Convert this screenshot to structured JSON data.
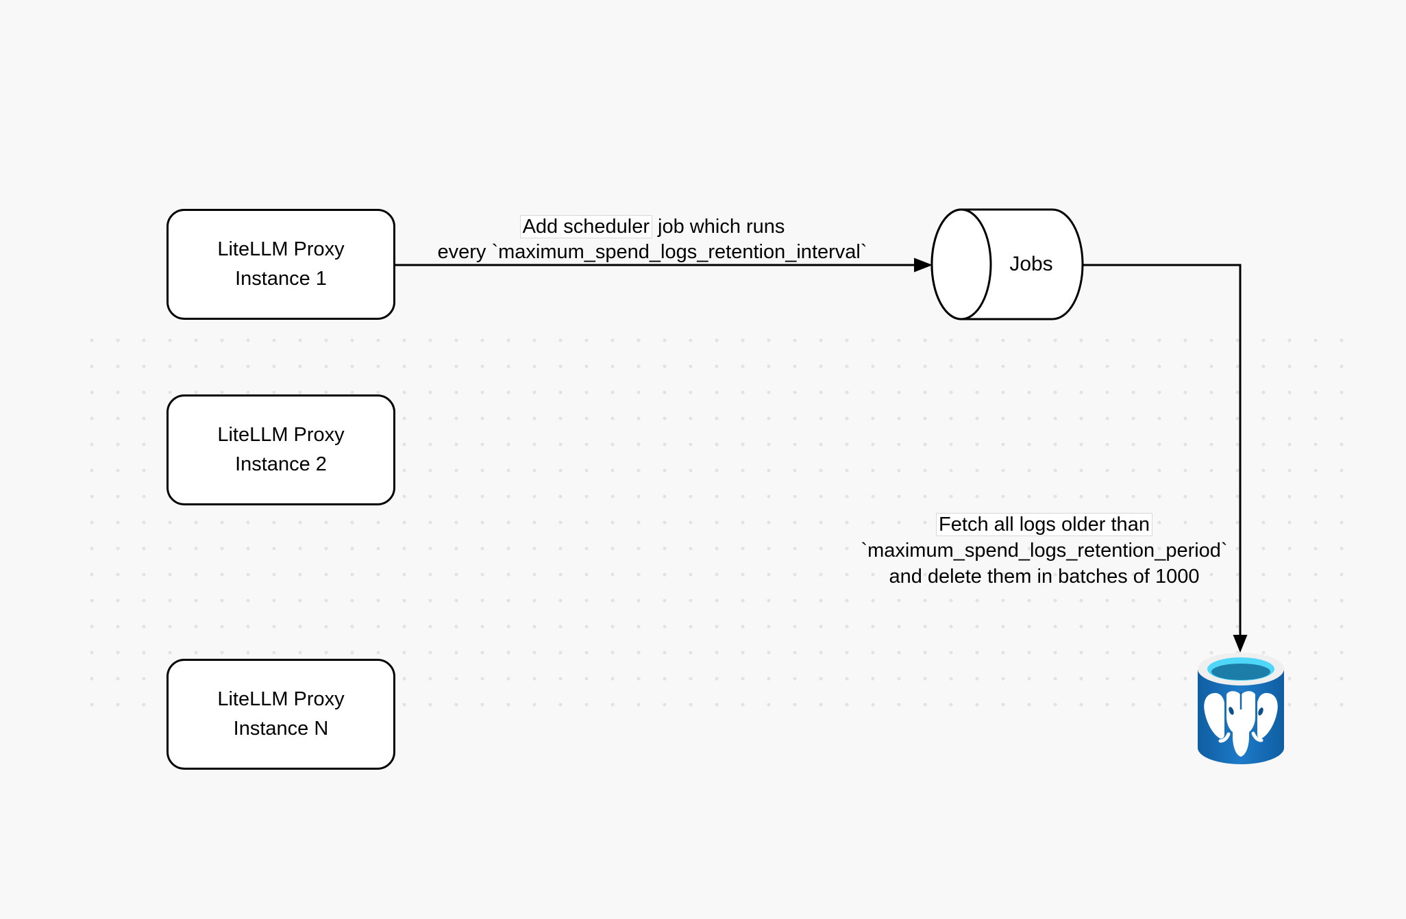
{
  "diagram": {
    "background_color": "#f8f8f8",
    "dot_color": "#e3e3e3",
    "nodes": [
      {
        "line1": "LiteLLM Proxy",
        "line2": "Instance 1"
      },
      {
        "line1": "LiteLLM Proxy",
        "line2": "Instance 2"
      },
      {
        "line1": "LiteLLM Proxy",
        "line2": "Instance N"
      }
    ],
    "queue": {
      "label": "Jobs"
    },
    "edges": {
      "schedule": {
        "boxed_text": "Add scheduler",
        "line1_rest": " job which runs",
        "line2": "every `maximum_spend_logs_retention_interval`"
      },
      "fetch": {
        "boxed_line1": "Fetch all logs older than",
        "line2": "`maximum_spend_logs_retention_period`",
        "line3": "and delete them in batches of 1000"
      }
    },
    "database": {
      "icon": "postgresql-database-icon",
      "colors": {
        "body_blue": "#1a72bd",
        "rim": "#efefef",
        "opening_cyan": "#4ed7f8",
        "opening_shadow": "#1c7da8",
        "elephant": "#ffffff"
      }
    }
  }
}
